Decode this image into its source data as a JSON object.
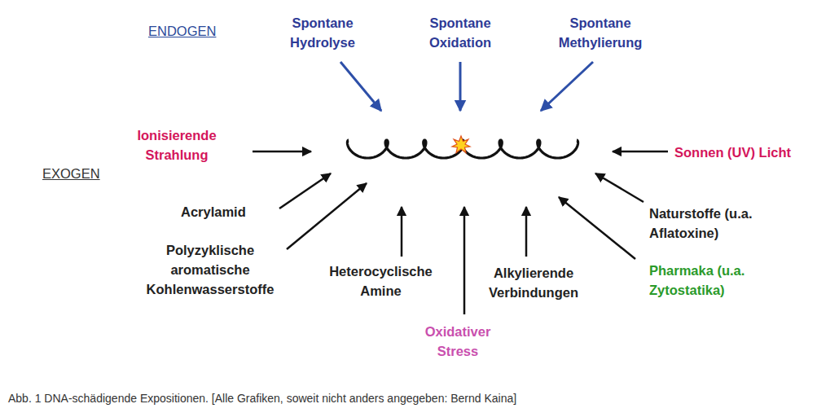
{
  "diagram": {
    "caption": "Abb. 1 DNA-schädigende Expositionen. [Alle Grafiken, soweit nicht anders angegeben: Bernd Kaina]",
    "labels": [
      "ENDOGEN",
      "Spontane Hydrolyse",
      "Spontane Oxidation",
      "Spontane Methylierung",
      "Ionisierende Strahlung",
      "Sonnen (UV) Licht",
      "EXOGEN",
      "Acrylamid",
      "Naturstoffe (u.a. Aflatoxine)",
      "Polyzyklische aromatische Kohlenwasserstoffe",
      "Heterocyclische Amine",
      "Alkylierende Verbindungen",
      "Pharmaka (u.a. Zytostatika)",
      "Oxidativer Stress"
    ]
  }
}
